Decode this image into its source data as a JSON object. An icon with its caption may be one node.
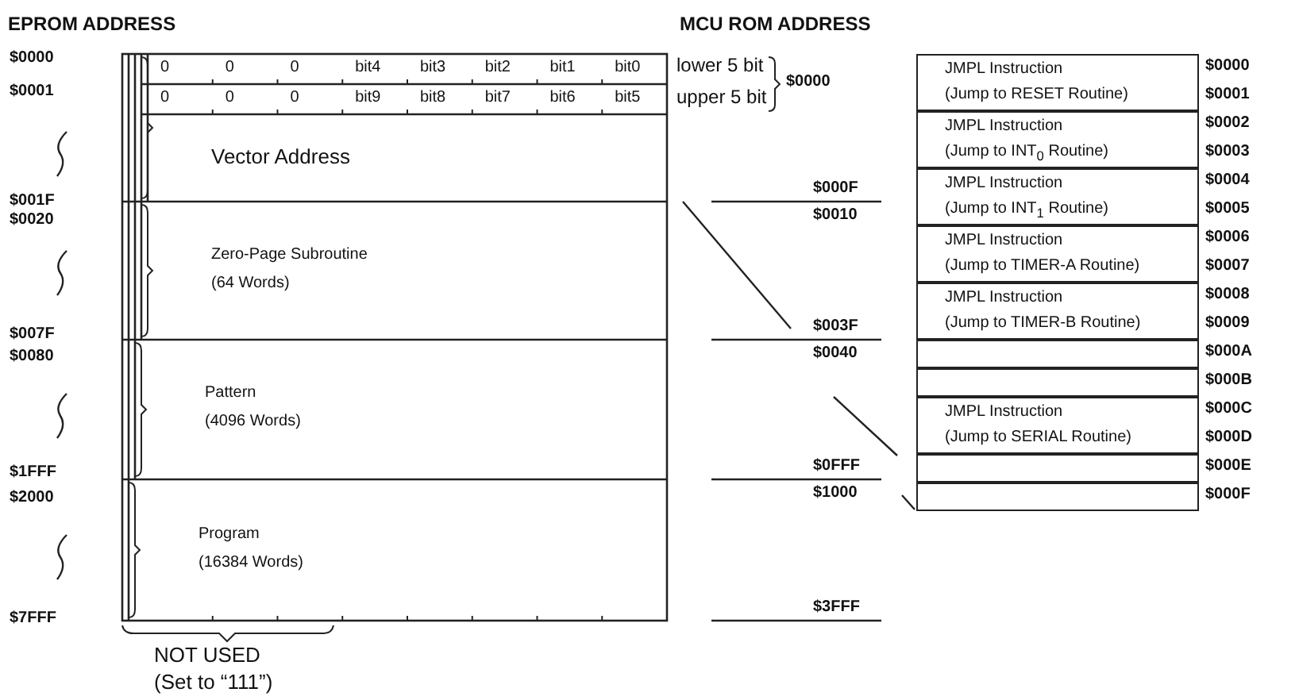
{
  "diagram": {
    "nodes": [
      {
        "text": [
          "Vector Address"
        ]
      },
      {
        "text": [
          "Zero-Page Subroutine",
          "(64 Words)"
        ]
      },
      {
        "text": [
          "Pattern",
          "(4096 Words)"
        ]
      },
      {
        "text": [
          "Program",
          "(16384 Words)"
        ]
      },
      {
        "text": [
          "JMPL Instruction",
          "(Jump to RESET Routine)"
        ]
      },
      {
        "text": [
          "JMPL Instruction",
          "(Jump to INT$_{0}$ Routine)"
        ]
      },
      {
        "text": [
          "JMPL Instruction",
          "(Jump to INT$_{1}$ Routine)"
        ]
      },
      {
        "text": [
          "JMPL Instruction",
          "(Jump to TIMER-A Routine)"
        ]
      },
      {
        "text": [
          "JMPL Instruction",
          "(Jump to TIMER-B Routine)"
        ]
      },
      {
        "text": [],
        "shape": "box"
      },
      {
        "text": [],
        "shape": "box"
      },
      {
        "text": [
          "JMPL Instruction",
          "(Jump to SERIAL Routine)"
        ]
      },
      {
        "text": [],
        "shape": "box"
      },
      {
        "text": [],
        "shape": "box"
      }
    ],
    "labels": [
      "EPROM ADDRESS",
      "MCU ROM ADDRESS",
      "$0000",
      "$0001",
      "$001F",
      "$0020",
      "$007F",
      "$0080",
      "$1FFF",
      "$2000",
      "$7FFF",
      "0",
      "0",
      "0",
      "bit4",
      "bit3",
      "bit2",
      "bit1",
      "bit0",
      "0",
      "0",
      "0",
      "bit9",
      "bit8",
      "bit7",
      "bit6",
      "bit5",
      "lower 5 bit",
      "upper 5 bit",
      "$0000",
      "$000F",
      "$0010",
      "$003F",
      "$0040",
      "$0FFF",
      "$1000",
      "$3FFF",
      "$0000",
      "$0001",
      "$0002",
      "$0003",
      "$0004",
      "$0005",
      "$0006",
      "$0007",
      "$0008",
      "$0009",
      "$000A",
      "$000B",
      "$000C",
      "$000D",
      "$000E",
      "$000F",
      "NOT USED",
      "(Set to “111”)"
    ]
  }
}
